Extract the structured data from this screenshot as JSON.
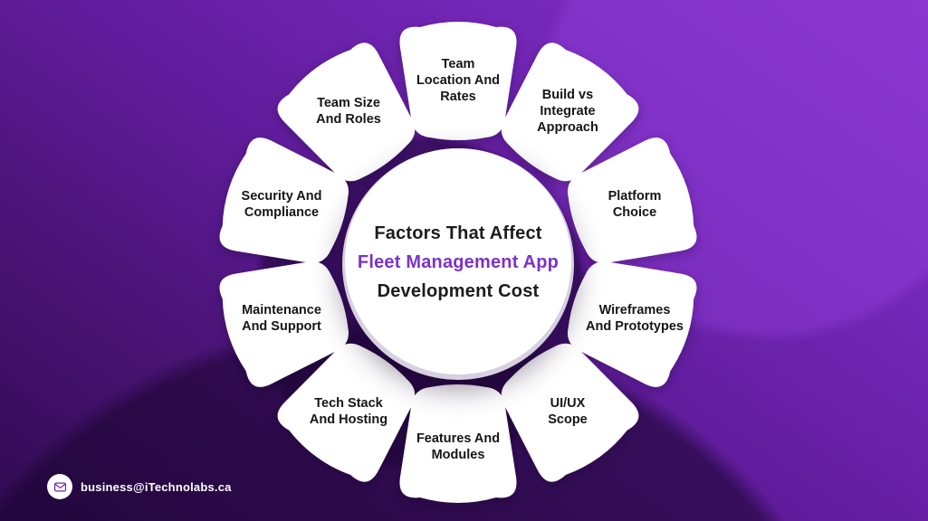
{
  "title": {
    "line1": "Factors That Affect",
    "line2": "Fleet Management App",
    "line3": "Development Cost"
  },
  "factors": [
    {
      "text": "Team\nLocation And\nRates"
    },
    {
      "text": "Build vs\nIntegrate\nApproach"
    },
    {
      "text": "Platform\nChoice"
    },
    {
      "text": "Wireframes\nAnd Prototypes"
    },
    {
      "text": "UI/UX\nScope"
    },
    {
      "text": "Features And\nModules"
    },
    {
      "text": "Tech Stack\nAnd Hosting"
    },
    {
      "text": "Maintenance\nAnd Support"
    },
    {
      "text": "Security And\nCompliance"
    },
    {
      "text": "Team Size\nAnd Roles"
    }
  ],
  "contact": {
    "email": "business@iTechnolabs.ca",
    "icon": "envelope-icon"
  },
  "colors": {
    "background_top": "#8232c6",
    "background_bottom": "#300a52",
    "petal": "#ffffff",
    "title_text": "#1c1c1e",
    "accent_purple": "#7c32c8",
    "petal_text": "#161618",
    "email_text": "#ffffff"
  }
}
